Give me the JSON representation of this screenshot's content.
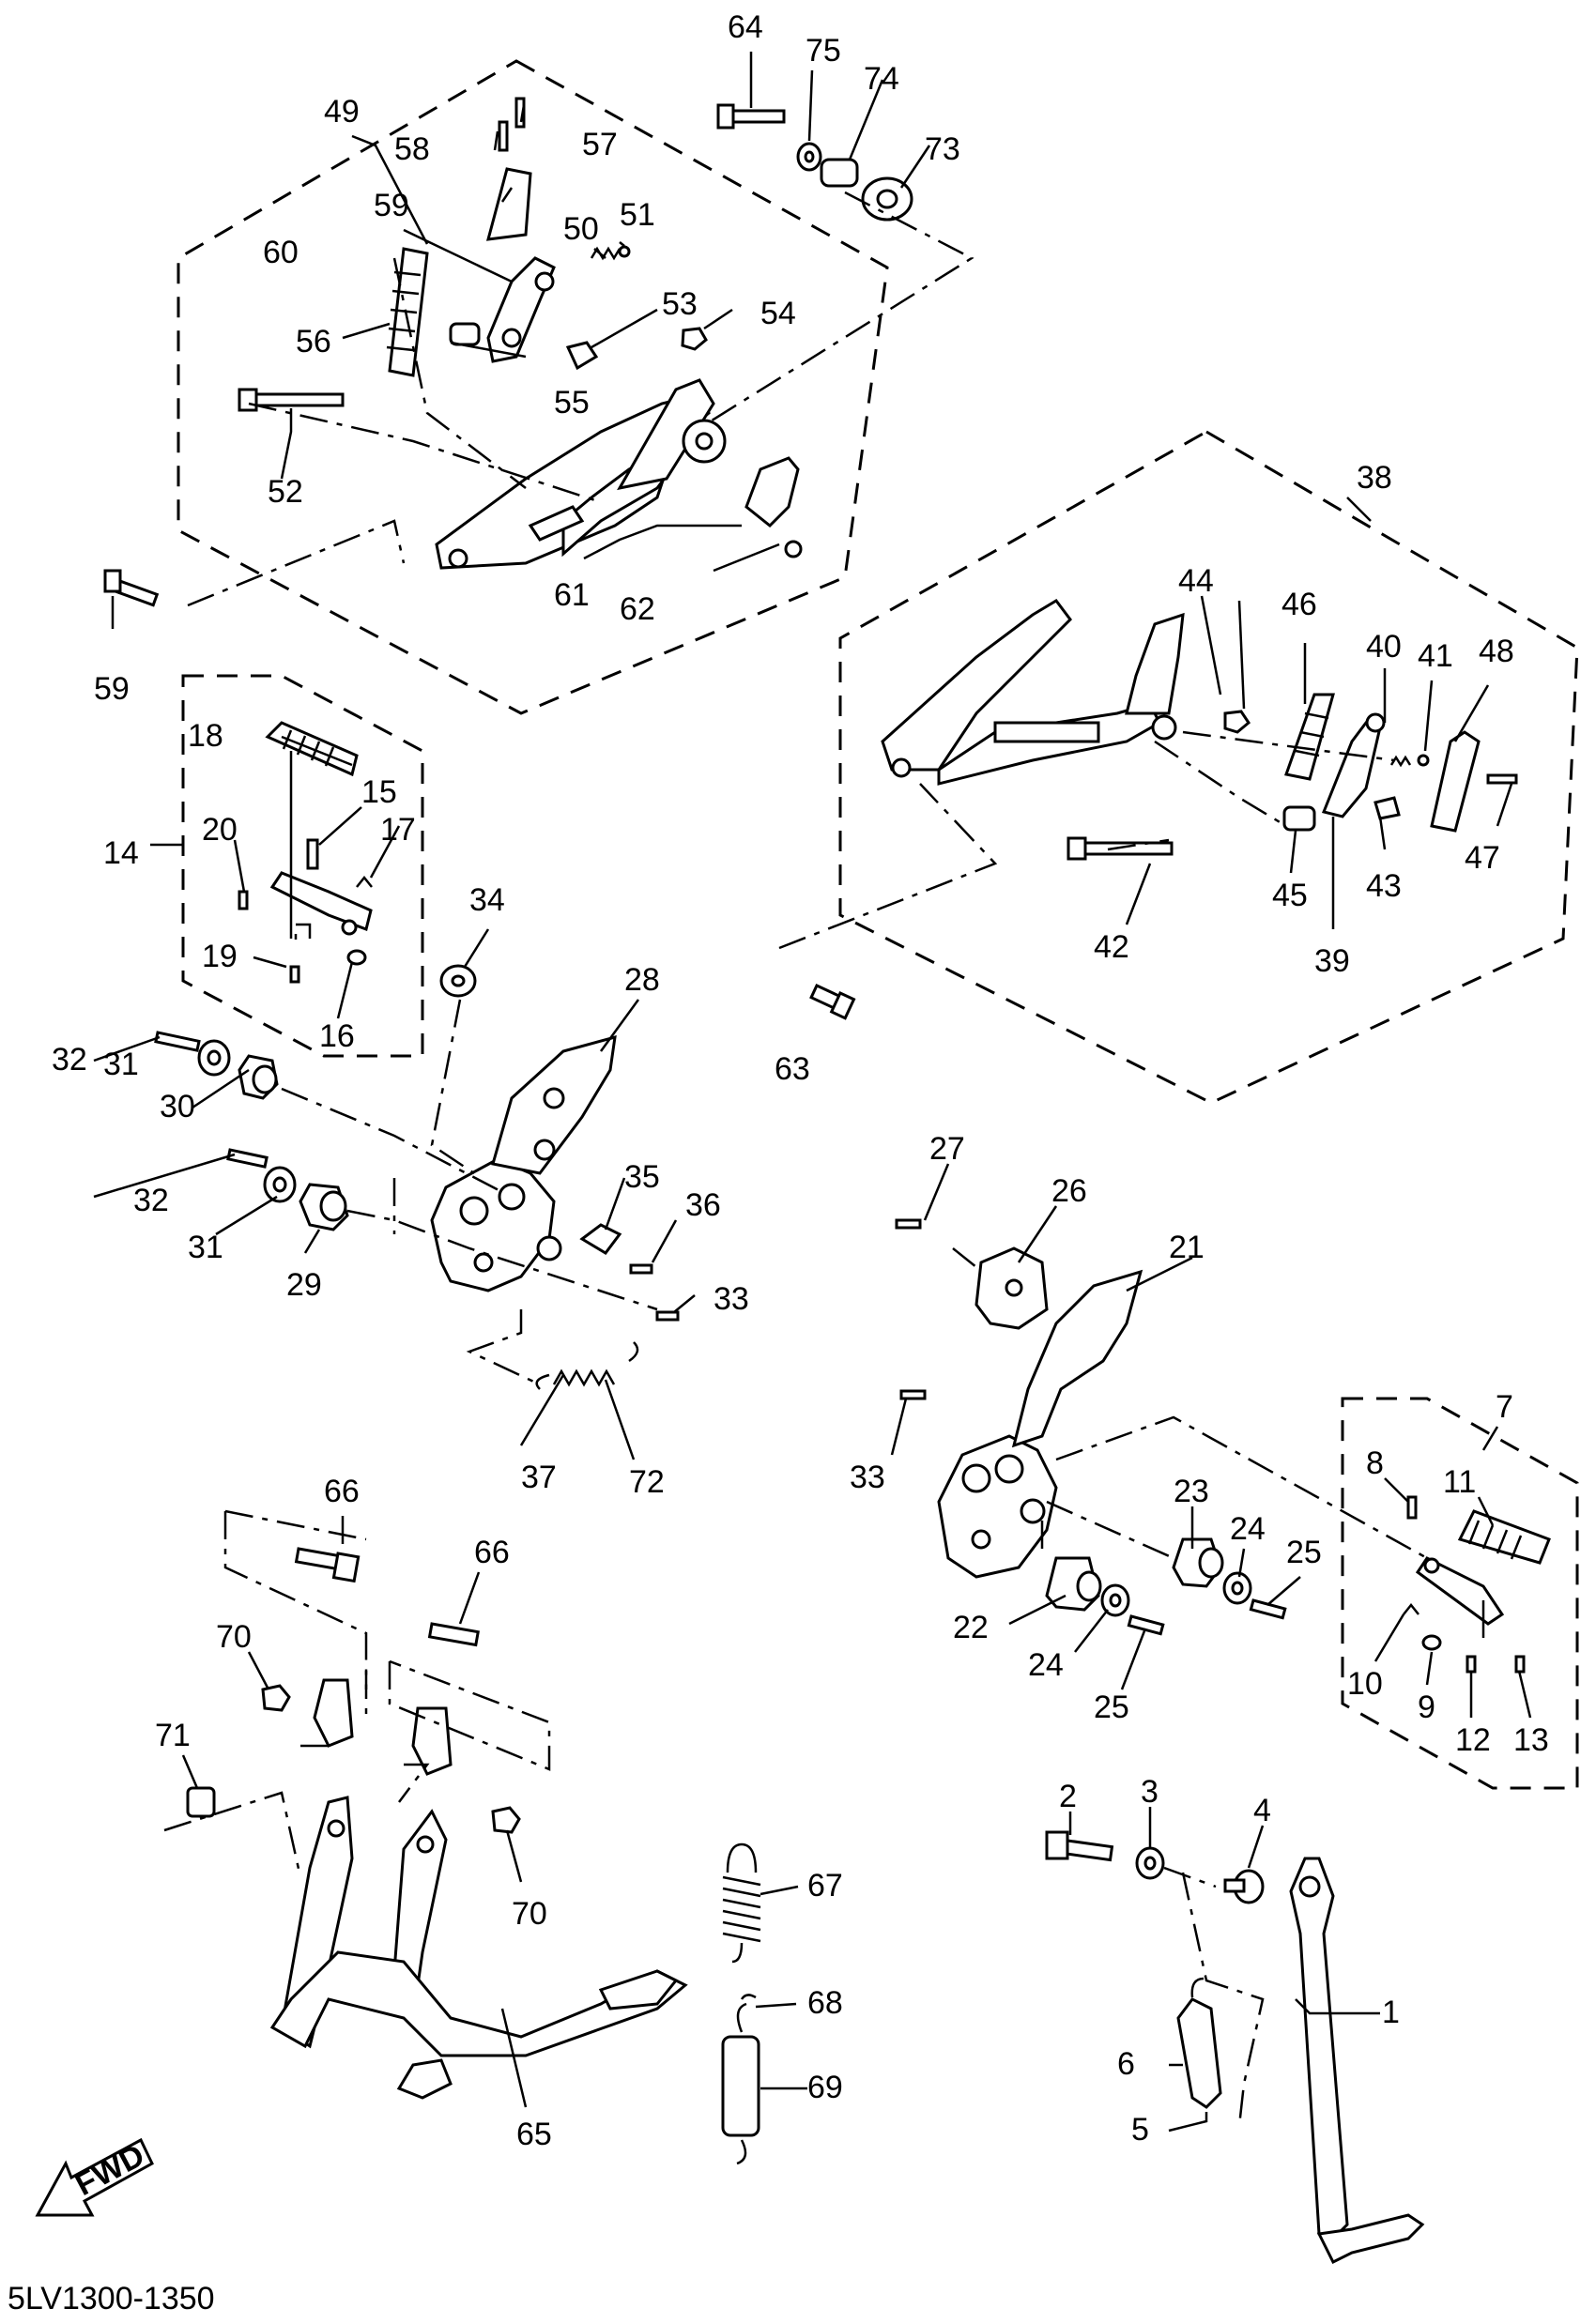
{
  "diagram": {
    "code": "5LV1300-1350",
    "fwd_label": "FWD",
    "callouts": [
      {
        "id": "1",
        "text": "1"
      },
      {
        "id": "2",
        "text": "2"
      },
      {
        "id": "3",
        "text": "3"
      },
      {
        "id": "4",
        "text": "4"
      },
      {
        "id": "5",
        "text": "5"
      },
      {
        "id": "6",
        "text": "6"
      },
      {
        "id": "7",
        "text": "7"
      },
      {
        "id": "8",
        "text": "8"
      },
      {
        "id": "9",
        "text": "9"
      },
      {
        "id": "10",
        "text": "10"
      },
      {
        "id": "11",
        "text": "11"
      },
      {
        "id": "12",
        "text": "12"
      },
      {
        "id": "13",
        "text": "13"
      },
      {
        "id": "14",
        "text": "14"
      },
      {
        "id": "15",
        "text": "15"
      },
      {
        "id": "16",
        "text": "16"
      },
      {
        "id": "17",
        "text": "17"
      },
      {
        "id": "18",
        "text": "18"
      },
      {
        "id": "19",
        "text": "19"
      },
      {
        "id": "20",
        "text": "20"
      },
      {
        "id": "21",
        "text": "21"
      },
      {
        "id": "22",
        "text": "22"
      },
      {
        "id": "23",
        "text": "23"
      },
      {
        "id": "24a",
        "text": "24"
      },
      {
        "id": "24b",
        "text": "24"
      },
      {
        "id": "25a",
        "text": "25"
      },
      {
        "id": "25b",
        "text": "25"
      },
      {
        "id": "26",
        "text": "26"
      },
      {
        "id": "27",
        "text": "27"
      },
      {
        "id": "28",
        "text": "28"
      },
      {
        "id": "29",
        "text": "29"
      },
      {
        "id": "30",
        "text": "30"
      },
      {
        "id": "31a",
        "text": "31"
      },
      {
        "id": "31b",
        "text": "31"
      },
      {
        "id": "32a",
        "text": "32"
      },
      {
        "id": "32b",
        "text": "32"
      },
      {
        "id": "33a",
        "text": "33"
      },
      {
        "id": "33b",
        "text": "33"
      },
      {
        "id": "34",
        "text": "34"
      },
      {
        "id": "35",
        "text": "35"
      },
      {
        "id": "36",
        "text": "36"
      },
      {
        "id": "37",
        "text": "37"
      },
      {
        "id": "38",
        "text": "38"
      },
      {
        "id": "39",
        "text": "39"
      },
      {
        "id": "40",
        "text": "40"
      },
      {
        "id": "41",
        "text": "41"
      },
      {
        "id": "42",
        "text": "42"
      },
      {
        "id": "43",
        "text": "43"
      },
      {
        "id": "44",
        "text": "44"
      },
      {
        "id": "45",
        "text": "45"
      },
      {
        "id": "46",
        "text": "46"
      },
      {
        "id": "47",
        "text": "47"
      },
      {
        "id": "48",
        "text": "48"
      },
      {
        "id": "49",
        "text": "49"
      },
      {
        "id": "50",
        "text": "50"
      },
      {
        "id": "51",
        "text": "51"
      },
      {
        "id": "52",
        "text": "52"
      },
      {
        "id": "53",
        "text": "53"
      },
      {
        "id": "54",
        "text": "54"
      },
      {
        "id": "55",
        "text": "55"
      },
      {
        "id": "56",
        "text": "56"
      },
      {
        "id": "57",
        "text": "57"
      },
      {
        "id": "58",
        "text": "58"
      },
      {
        "id": "59",
        "text": "59"
      },
      {
        "id": "60",
        "text": "60"
      },
      {
        "id": "61",
        "text": "61"
      },
      {
        "id": "62",
        "text": "62"
      },
      {
        "id": "63",
        "text": "63"
      },
      {
        "id": "64",
        "text": "64"
      },
      {
        "id": "65",
        "text": "65"
      },
      {
        "id": "66a",
        "text": "66"
      },
      {
        "id": "66b",
        "text": "66"
      },
      {
        "id": "67",
        "text": "67"
      },
      {
        "id": "68",
        "text": "68"
      },
      {
        "id": "69",
        "text": "69"
      },
      {
        "id": "70a",
        "text": "70"
      },
      {
        "id": "70b",
        "text": "70"
      },
      {
        "id": "71",
        "text": "71"
      },
      {
        "id": "72",
        "text": "72"
      },
      {
        "id": "73",
        "text": "73"
      },
      {
        "id": "74",
        "text": "74"
      },
      {
        "id": "75",
        "text": "75"
      }
    ]
  }
}
